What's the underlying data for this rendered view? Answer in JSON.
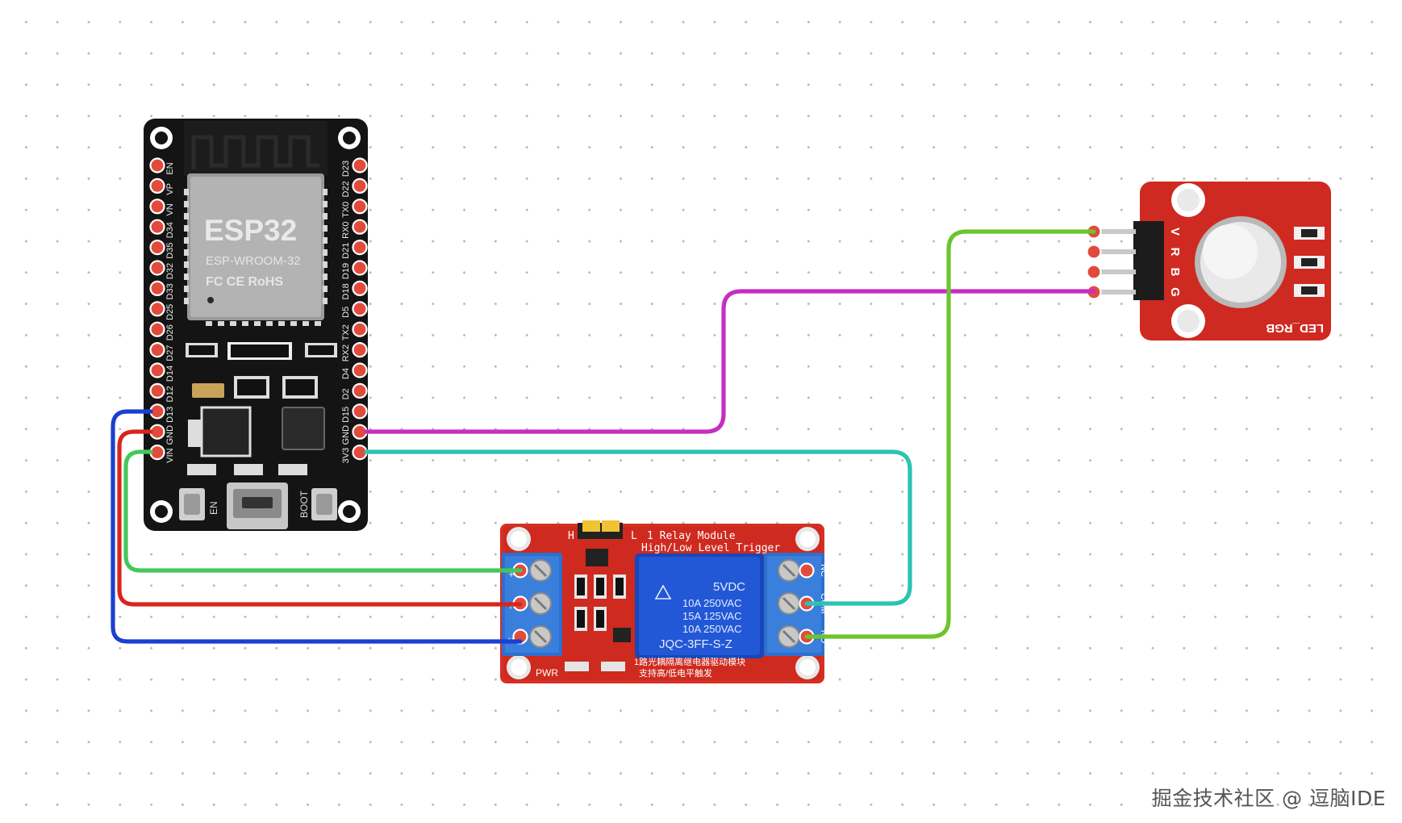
{
  "esp32": {
    "chip_name": "ESP32",
    "module_name": "ESP-WROOM-32",
    "cert_marks": "FC CE RoHS",
    "left_pins": [
      "EN",
      "VP",
      "VN",
      "D34",
      "D35",
      "D32",
      "D33",
      "D25",
      "D26",
      "D27",
      "D14",
      "D12",
      "D13",
      "GND",
      "VIN"
    ],
    "right_pins": [
      "D23",
      "D22",
      "TX0",
      "RX0",
      "D21",
      "D19",
      "D18",
      "D5",
      "TX2",
      "RX2",
      "D4",
      "D2",
      "D15",
      "GND",
      "3V3"
    ],
    "en_label": "EN",
    "boot_label": "BOOT"
  },
  "relay": {
    "title_line1": "1 Relay Module",
    "title_line2": "High/Low Level Trigger",
    "jumper_h": "H",
    "jumper_l": "L",
    "relay_voltage": "5VDC",
    "relay_rating1": "10A 250VAC",
    "relay_rating2": "15A 125VAC",
    "relay_rating3": "10A 250VAC",
    "relay_model": "JQC-3FF-S-Z",
    "cn_line1": "1路光耦隔离继电器驱动模块",
    "cn_line2": "支持高/低电平触发",
    "pwr_label": "PWR",
    "left_terminals": [
      "+",
      "-",
      "S"
    ],
    "right_terminals": [
      "NC",
      "COM",
      "NO"
    ]
  },
  "led": {
    "label": "LED_RGB",
    "pins": [
      "V",
      "R",
      "B",
      "G"
    ]
  },
  "wire_colors": {
    "green": "#43c85a",
    "red": "#d8261c",
    "blue": "#1b3fcf",
    "magenta": "#c62ec0",
    "cyan": "#2cc3b2",
    "lime": "#6cc52a"
  },
  "watermark": "掘金技术社区 @ 逗脑IDE"
}
